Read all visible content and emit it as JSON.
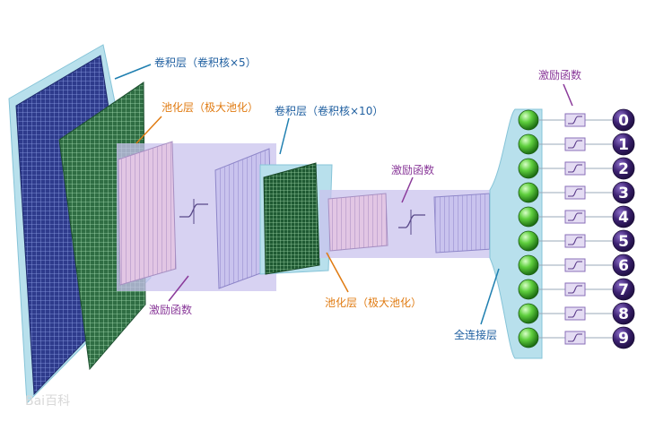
{
  "labels": {
    "conv1": "卷积层（卷积核×5）",
    "pool1": "池化层（极大池化）",
    "act1": "激励函数",
    "conv2": "卷积层（卷积核×10）",
    "act2": "激励函数",
    "pool2": "池化层（极大池化）",
    "fc": "全连接层",
    "act3": "激励函数"
  },
  "outputs": [
    "0",
    "1",
    "2",
    "3",
    "4",
    "5",
    "6",
    "7",
    "8",
    "9"
  ],
  "watermark": "Bai百科",
  "colors": {
    "label_blue": "#1f5fa0",
    "label_orange": "#e07b12",
    "label_purple": "#8a3a9a",
    "band": "#c9c3ee",
    "panel": "#b8e0ec",
    "node_green": "#4fbf3a",
    "digit_circle": "#3b1f6e"
  }
}
